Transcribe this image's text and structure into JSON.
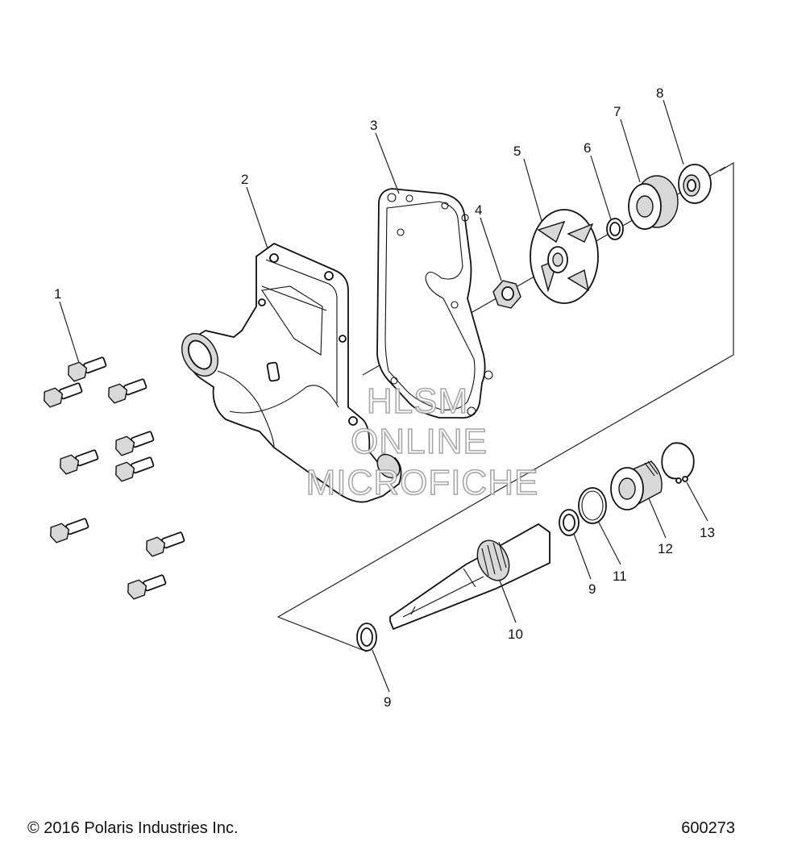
{
  "callouts": [
    {
      "id": "c1",
      "label": "1"
    },
    {
      "id": "c2",
      "label": "2"
    },
    {
      "id": "c3",
      "label": "3"
    },
    {
      "id": "c4",
      "label": "4"
    },
    {
      "id": "c5",
      "label": "5"
    },
    {
      "id": "c6",
      "label": "6"
    },
    {
      "id": "c7",
      "label": "7"
    },
    {
      "id": "c8",
      "label": "8"
    },
    {
      "id": "c9a",
      "label": "9"
    },
    {
      "id": "c9b",
      "label": "9"
    },
    {
      "id": "c10",
      "label": "10"
    },
    {
      "id": "c11",
      "label": "11"
    },
    {
      "id": "c12",
      "label": "12"
    },
    {
      "id": "c13",
      "label": "13"
    }
  ],
  "watermark": {
    "line1": "HLSM",
    "line2": "ONLINE",
    "line3": "MICROFICHE"
  },
  "footer": {
    "copyright": "© 2016 Polaris Industries Inc.",
    "figure_number": "600273"
  }
}
